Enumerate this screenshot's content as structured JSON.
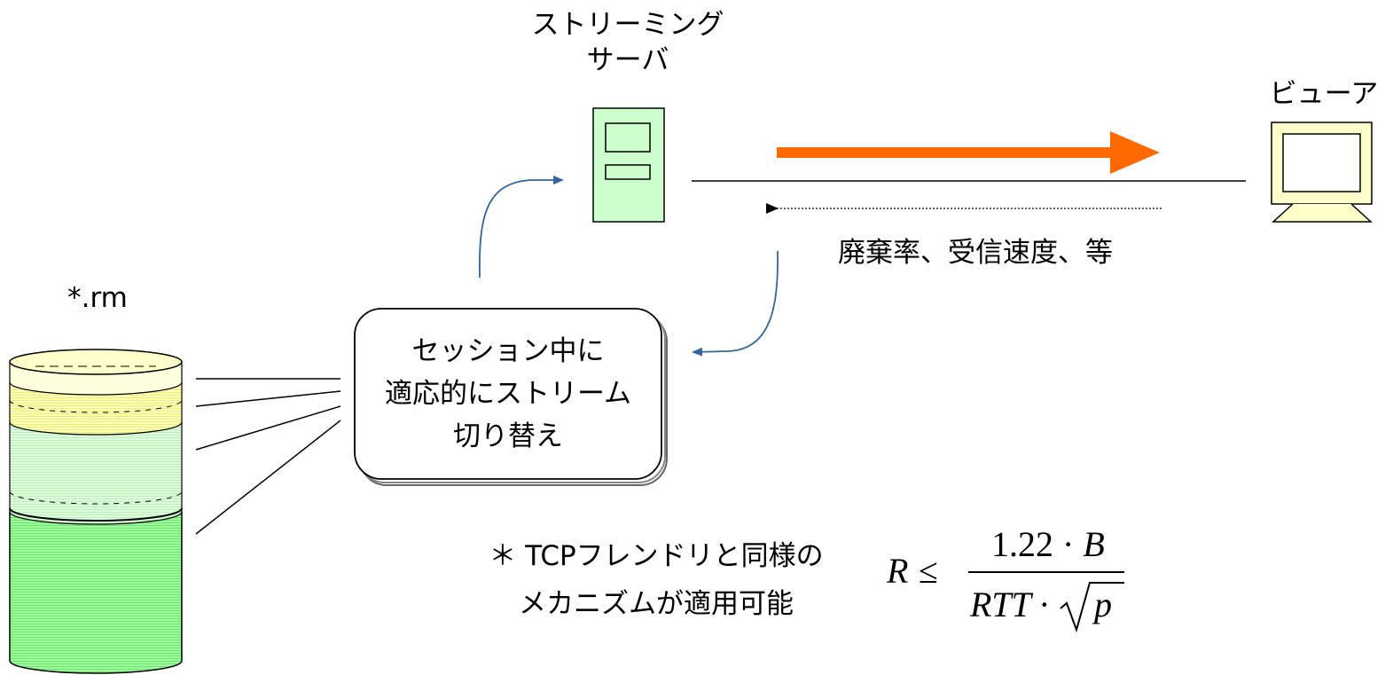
{
  "server": {
    "label_line1": "ストリーミング",
    "label_line2": "サーバ",
    "icon": "server-icon"
  },
  "viewer": {
    "label": "ビューア",
    "icon": "monitor-icon"
  },
  "feedback": {
    "label": "廃棄率、受信速度、等"
  },
  "file": {
    "label": "*.rm",
    "icon": "layered-cylinder-icon"
  },
  "switch_box": {
    "line1": "セッション中に",
    "line2": "適応的にストリーム",
    "line3": "切り替え"
  },
  "note": {
    "line1": "＊ TCPフレンドリと同様の",
    "line2": "メカニズムが適用可能"
  },
  "formula": {
    "lhs": "R",
    "relation": "≤",
    "numerator": "1.22 · B",
    "denominator_left": "RTT ·",
    "denominator_radicand": "p"
  },
  "colors": {
    "stream_arrow": "#ff6a00",
    "control_arrow": "#336699",
    "server_fill": "#ccffcc",
    "monitor_fill": "#ffffcc",
    "cylinder_top": "#ffffcc",
    "cylinder_yellow": "#ffff99",
    "cylinder_light_green": "#ccffcc",
    "cylinder_green": "#99ff99"
  }
}
